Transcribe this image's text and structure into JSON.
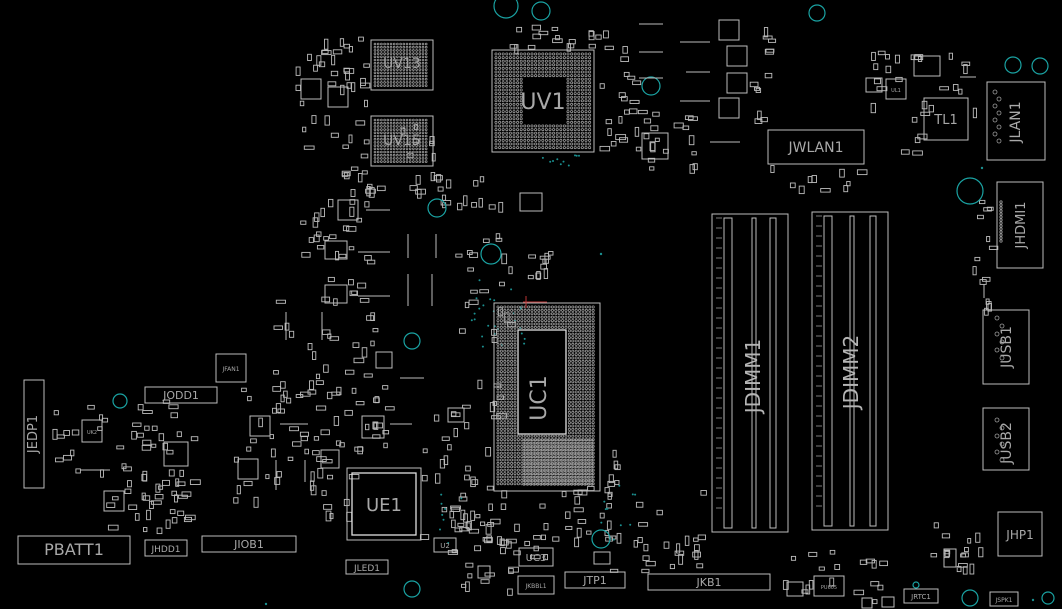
{
  "board": {
    "labels": {
      "uv13": "UV13",
      "uv15": "UV15",
      "uv1": "UV1",
      "uc1": "UC1",
      "ue1": "UE1",
      "jwlan1": "JWLAN1",
      "jlan1": "JLAN1",
      "tl1": "TL1",
      "jhdmi1": "JHDMI1",
      "jusb1": "JUSB1",
      "jusb2": "JUSB2",
      "jhp1": "JHP1",
      "jdimm1": "JDIMM1",
      "jdimm2": "JDIMM2",
      "jedp1": "JEDP1",
      "pbatt1": "PBATT1",
      "jodd1": "JODD1",
      "jhdd1": "JHDD1",
      "jiob1": "JIOB1",
      "jled1": "JLED1",
      "uc3": "UC3",
      "jtp1": "JTP1",
      "jkb1": "JKB1",
      "jkbbl1": "JKBBL1",
      "jrtc1": "JRTC1",
      "jfan1": "JFAN1",
      "jspk1": "JSPK1",
      "ul1": "UL1",
      "uk2": "UK2",
      "uz": "U2",
      "pu": "PU605"
    }
  }
}
